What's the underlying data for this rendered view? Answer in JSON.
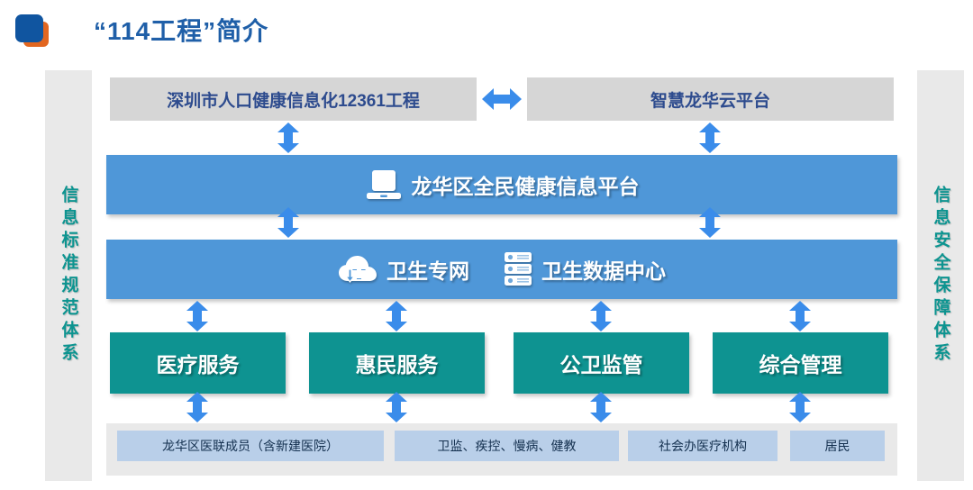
{
  "header": {
    "logo_icon": "stacked-squares-logo",
    "title": "“114工程”简介",
    "title_color": "#1F5FA8",
    "logo_blue": "#1055A0",
    "logo_orange": "#E2661F"
  },
  "diagram": {
    "side_bands": [
      {
        "name": "info-standard-system",
        "text": "信息标准规范体系",
        "color": "#0C9490"
      },
      {
        "name": "info-security-system",
        "text": "信息安全保障体系",
        "color": "#0C9490"
      }
    ],
    "top_boxes": [
      {
        "label": "深圳市人口健康信息化12361工程",
        "bg": "#D6D6D6",
        "fg": "#2D4B8E"
      },
      {
        "label": "智慧龙华云平台",
        "bg": "#D6D6D6",
        "fg": "#2D4B8E"
      }
    ],
    "top_connector_icon": "double-horizontal-arrow",
    "blue_bars": [
      {
        "name": "health-info-platform",
        "bg": "#4F97D8",
        "segments": [
          {
            "icon": "laptop-icon",
            "label": "龙华区全民健康信息平台"
          }
        ]
      },
      {
        "name": "network-and-datacenter",
        "bg": "#4F97D8",
        "segments": [
          {
            "icon": "cloud-transfer-icon",
            "label": "卫生专网"
          },
          {
            "icon": "server-rack-icon",
            "label": "卫生数据中心"
          }
        ]
      }
    ],
    "service_boxes": [
      {
        "label": "医疗服务",
        "bg": "#0E9391"
      },
      {
        "label": "惠民服务",
        "bg": "#0E9391"
      },
      {
        "label": "公卫监管",
        "bg": "#0E9391"
      },
      {
        "label": "综合管理",
        "bg": "#0E9391"
      }
    ],
    "bottom_chips": [
      {
        "label": "龙华区医联成员（含新建医院）",
        "bg": "#B9CFE9"
      },
      {
        "label": "卫监、疾控、慢病、健教",
        "bg": "#B9CFE9"
      },
      {
        "label": "社会办医疗机构",
        "bg": "#B9CFE9"
      },
      {
        "label": "居民",
        "bg": "#B9CFE9"
      }
    ],
    "arrow_icon": "double-vertical-arrow",
    "arrow_color": "#3A8CEA"
  }
}
